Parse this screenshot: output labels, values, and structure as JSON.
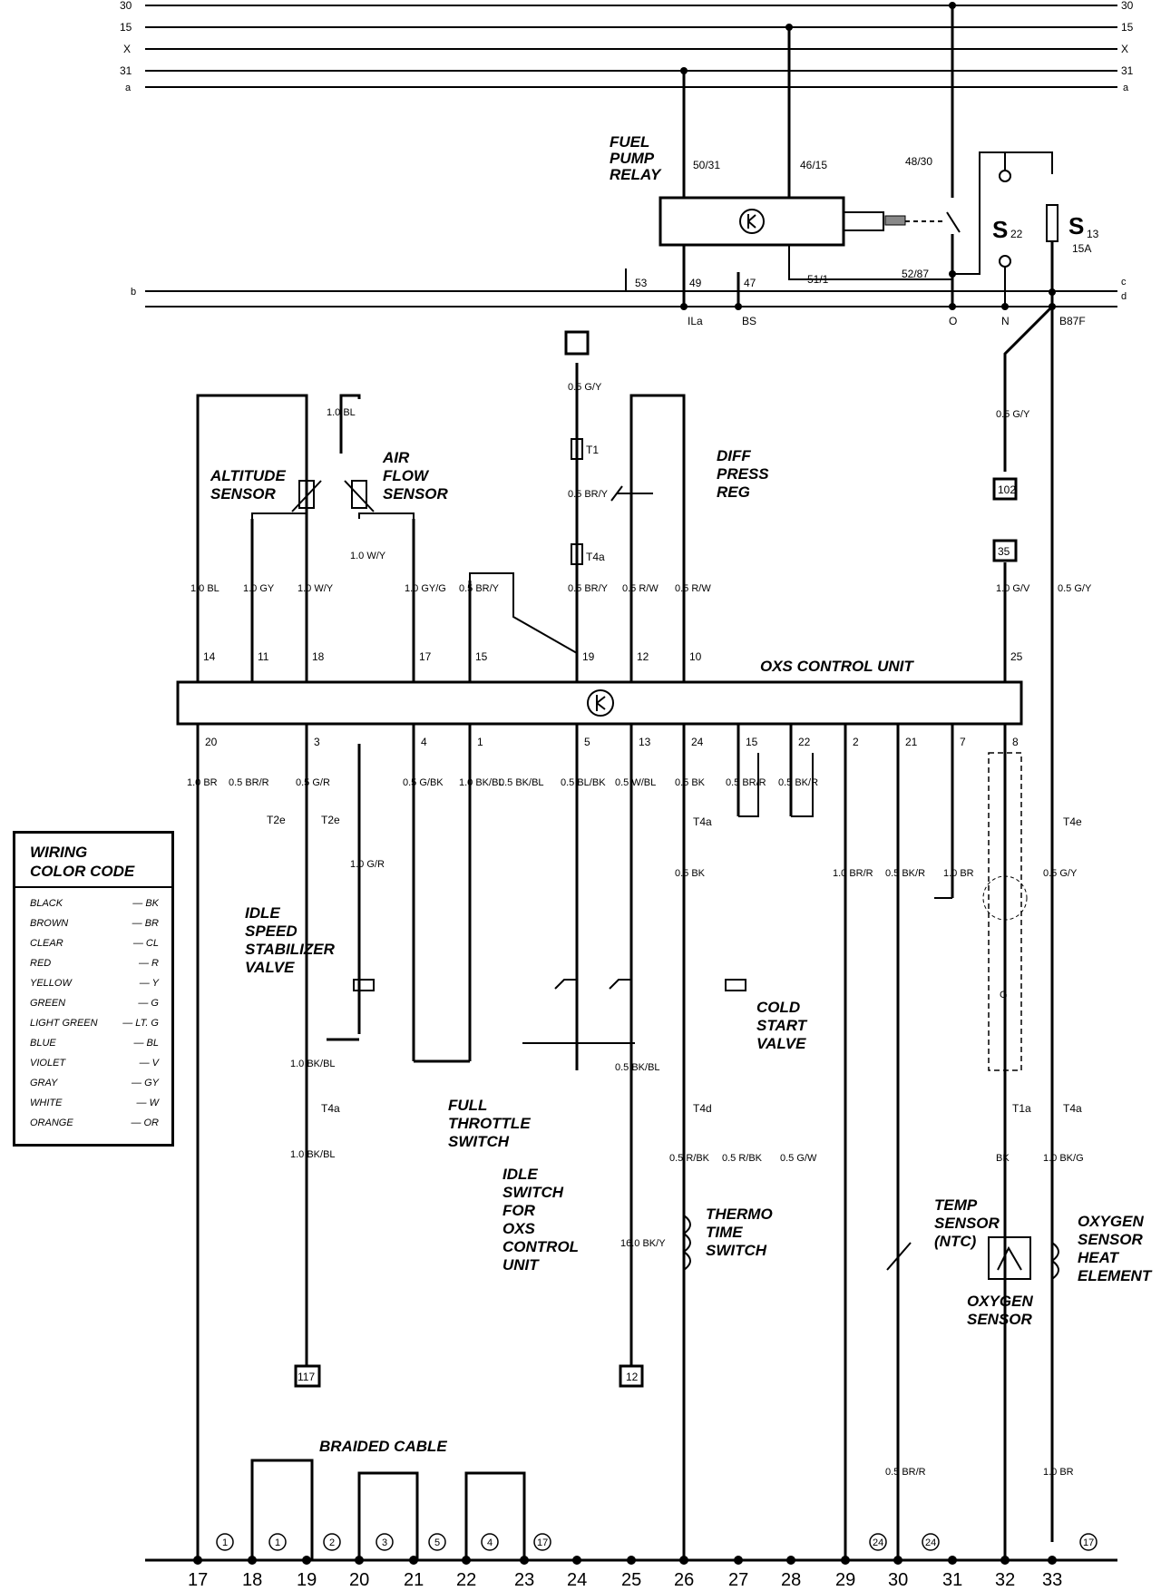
{
  "bus_labels": {
    "t30": "30",
    "t15": "15",
    "tx": "X",
    "t31": "31",
    "ta": "a",
    "tb": "b",
    "tc": "c",
    "td": "d"
  },
  "relay": {
    "title_1": "FUEL",
    "title_2": "PUMP",
    "title_3": "RELAY",
    "p50": "50/31",
    "p46": "46/15",
    "p48": "48/30",
    "p53": "53",
    "p49": "49",
    "p47": "47",
    "p51": "51/1",
    "p52": "52/87"
  },
  "fuses": {
    "s22_main": "S",
    "s22_sub": "22",
    "s13_main": "S",
    "s13_sub": "13",
    "s13_rating": "15A"
  },
  "connector_labels": {
    "ila": "ILa",
    "bs": "BS",
    "o": "O",
    "n": "N",
    "b87f": "B87F"
  },
  "components": {
    "altitude_1": "ALTITUDE",
    "altitude_2": "SENSOR",
    "airflow_1": "AIR",
    "airflow_2": "FLOW",
    "airflow_3": "SENSOR",
    "diff_1": "DIFF",
    "diff_2": "PRESS",
    "diff_3": "REG",
    "oxs": "OXS CONTROL UNIT",
    "idle_1": "IDLE",
    "idle_2": "SPEED",
    "idle_3": "STABILIZER",
    "idle_4": "VALVE",
    "full_1": "FULL",
    "full_2": "THROTTLE",
    "full_3": "SWITCH",
    "idlesw_1": "IDLE",
    "idlesw_2": "SWITCH",
    "idlesw_3": "FOR",
    "idlesw_4": "OXS",
    "idlesw_5": "CONTROL",
    "idlesw_6": "UNIT",
    "cold_1": "COLD",
    "cold_2": "START",
    "cold_3": "VALVE",
    "thermo_1": "THERMO",
    "thermo_2": "TIME",
    "thermo_3": "SWITCH",
    "temp_1": "TEMP",
    "temp_2": "SENSOR",
    "temp_3": "(NTC)",
    "oxy_1": "OXYGEN",
    "oxy_2": "SENSOR",
    "heat_1": "OXYGEN",
    "heat_2": "SENSOR",
    "heat_3": "HEAT",
    "heat_4": "ELEMENT",
    "braided": "BRAIDED CABLE"
  },
  "connectors": {
    "t1": "T1",
    "t4a": "T4a",
    "t2e": "T2e",
    "t4d": "T4d",
    "t4e": "T4e",
    "t1a": "T1a"
  },
  "boxes": {
    "b102": "102",
    "b35": "35",
    "b117": "117",
    "b12": "12"
  },
  "top_wires": {
    "w14": "1.0 BL",
    "w11": "1.0 GY",
    "w18": "1.0 W/Y",
    "w17": "1.0 GY/G",
    "w15": "0.5 BR/Y",
    "w19": "0.5 BR/Y",
    "w12": "0.5 R/W",
    "w10": "0.5 R/W",
    "w25": "1.0 G/V",
    "w_s13": "0.5 G/Y",
    "w_102": "0.5 G/Y",
    "w_bl": "1.0 BL",
    "w_wy": "1.0 W/Y",
    "w_gy_t1": "0.5 G/Y",
    "w_bry_t1": "0.5 BR/Y"
  },
  "pins_top": [
    "14",
    "11",
    "18",
    "17",
    "15",
    "19",
    "12",
    "10",
    "25"
  ],
  "pins_bottom": [
    "20",
    "3",
    "4",
    "1",
    "5",
    "13",
    "24",
    "15",
    "22",
    "2",
    "21",
    "7",
    "8"
  ],
  "bottom_wires": {
    "b20": "1.0 BR",
    "b20b": "0.5 BR/R",
    "b3": "0.5 G/R",
    "b4": "0.5 G/BK",
    "b1": "1.0 BK/BL",
    "bx": "0.5 BK/BL",
    "b5": "0.5 BL/BK",
    "b13": "0.5 W/BL",
    "b24": "0.5 BK",
    "b15": "0.5 BR/R",
    "b22": "0.5 BK/R",
    "b2": "1.0 BR/R",
    "b21": "0.5 BK/R",
    "b7": "1.0 BR",
    "bgr": "1.0 G/R",
    "bbkbl": "1.0 BK/BL",
    "bbkbl2": "1.0 BK/BL",
    "bbkbl3": "0.5 BK/BL",
    "b24b": "0.5 BK",
    "b16": "16.0 BK/Y",
    "brbk1": "0.5 R/BK",
    "brbk2": "0.5 R/BK",
    "bgw": "0.5 G/W",
    "bbrr": "0.5 BR/R",
    "bbr": "1.0 BR",
    "bgy": "0.5 G/Y",
    "bbkg": "1.0 BK/G",
    "bbk": "BK",
    "bg": "G"
  },
  "ground_refs": [
    "1",
    "1",
    "2",
    "3",
    "5",
    "4",
    "17",
    "24",
    "24",
    "17"
  ],
  "track_numbers": [
    "17",
    "18",
    "19",
    "20",
    "21",
    "22",
    "23",
    "24",
    "25",
    "26",
    "27",
    "28",
    "29",
    "30",
    "31",
    "32",
    "33"
  ],
  "legend": {
    "title_1": "WIRING",
    "title_2": "COLOR CODE",
    "rows": [
      {
        "name": "BLACK",
        "code": "— BK"
      },
      {
        "name": "BROWN",
        "code": "— BR"
      },
      {
        "name": "CLEAR",
        "code": "— CL"
      },
      {
        "name": "RED",
        "code": "— R"
      },
      {
        "name": "YELLOW",
        "code": "— Y"
      },
      {
        "name": "GREEN",
        "code": "— G"
      },
      {
        "name": "LIGHT GREEN",
        "code": "— LT. G"
      },
      {
        "name": "BLUE",
        "code": "— BL"
      },
      {
        "name": "VIOLET",
        "code": "— V"
      },
      {
        "name": "GRAY",
        "code": "— GY"
      },
      {
        "name": "WHITE",
        "code": "— W"
      },
      {
        "name": "ORANGE",
        "code": "— OR"
      }
    ]
  }
}
